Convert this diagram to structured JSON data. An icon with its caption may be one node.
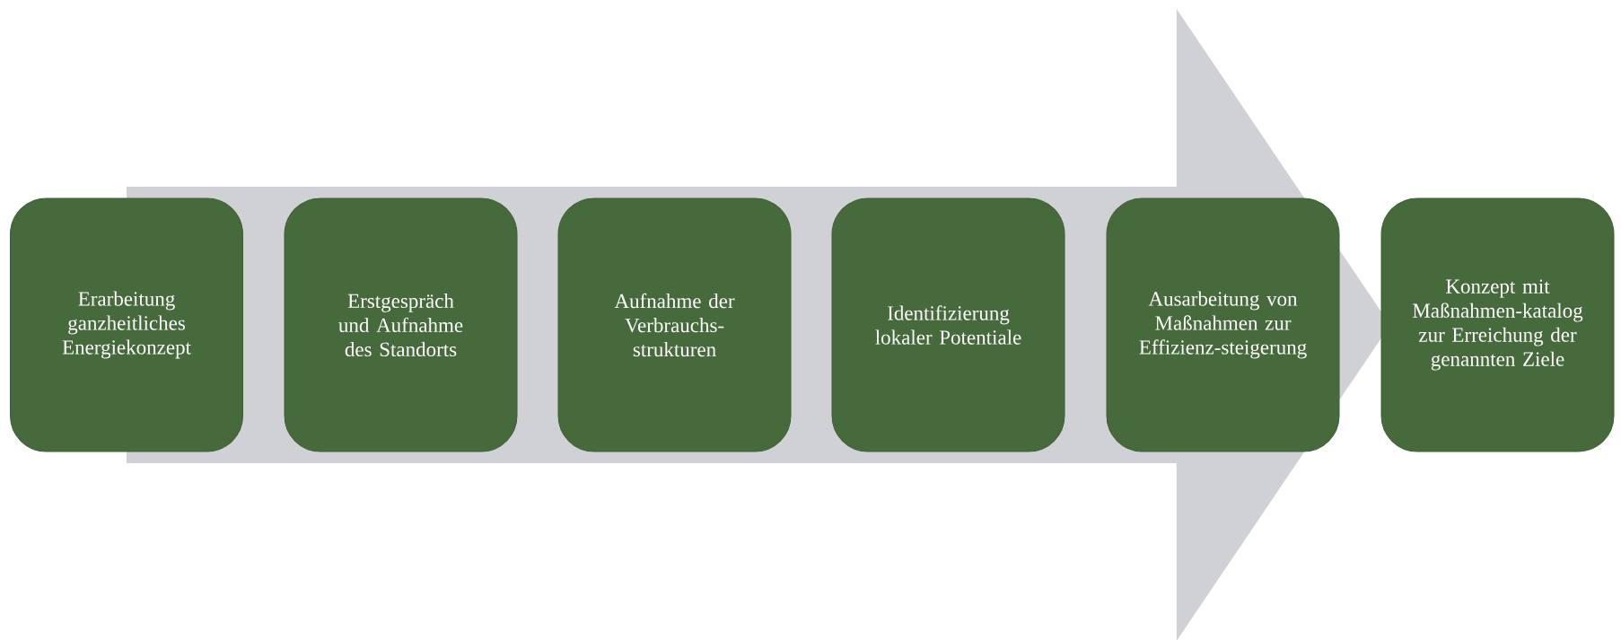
{
  "diagram": {
    "nodes": [
      {
        "text": [
          "Erarbeitung ganzheitliches Energiekonzept"
        ]
      },
      {
        "text": [
          "Erstgespräch und Aufnahme des Standorts"
        ]
      },
      {
        "text": [
          "Aufnahme der Verbrauchs-strukturen"
        ]
      },
      {
        "text": [
          "Identifizierung lokaler Potentiale"
        ]
      },
      {
        "text": [
          "Ausarbeitung von Maßnahmen zur Effizienz-steigerung"
        ]
      },
      {
        "text": [
          "Konzept mit Maßnahmen-katalog zur Erreichung der genannten Ziele"
        ]
      }
    ],
    "edges": [
      {
        "from": 0,
        "to": 5,
        "arrow": "to"
      }
    ]
  }
}
